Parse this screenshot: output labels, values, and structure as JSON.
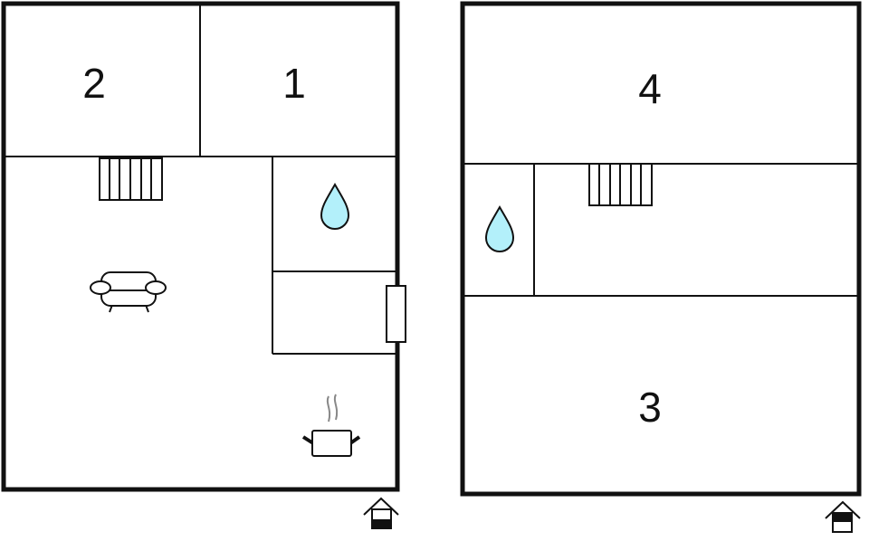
{
  "floorplan": {
    "floors": [
      {
        "name": "ground-floor",
        "rooms": [
          {
            "id": "room-2",
            "label": "2"
          },
          {
            "id": "room-1",
            "label": "1"
          }
        ],
        "icons": [
          "stairs-icon",
          "sofa-icon",
          "water-drop-icon",
          "door-icon",
          "cooking-pot-icon",
          "entrance-icon"
        ]
      },
      {
        "name": "upper-floor",
        "rooms": [
          {
            "id": "room-4",
            "label": "4"
          },
          {
            "id": "room-3",
            "label": "3"
          }
        ],
        "icons": [
          "stairs-icon",
          "water-drop-icon",
          "entrance-icon"
        ]
      }
    ],
    "colors": {
      "wall": "#111111",
      "water": "#b3f0fa",
      "steam": "#888888"
    }
  }
}
